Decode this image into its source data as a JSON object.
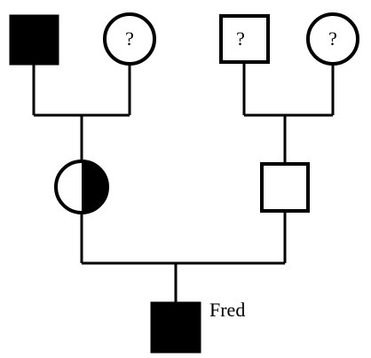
{
  "colors": {
    "stroke": "#000000",
    "fill_affected": "#000000",
    "fill_unaffected": "#ffffff"
  },
  "individuals": [
    {
      "id": "paternal-grandfather",
      "sex": "male",
      "status": "affected",
      "mark": ""
    },
    {
      "id": "paternal-grandmother",
      "sex": "female",
      "status": "unknown",
      "mark": "?"
    },
    {
      "id": "maternal-grandfather",
      "sex": "male",
      "status": "unknown",
      "mark": "?"
    },
    {
      "id": "maternal-grandmother",
      "sex": "female",
      "status": "unknown",
      "mark": "?"
    },
    {
      "id": "mother",
      "sex": "female",
      "status": "carrier",
      "mark": ""
    },
    {
      "id": "father",
      "sex": "male",
      "status": "unaffected",
      "mark": ""
    },
    {
      "id": "fred",
      "sex": "male",
      "status": "affected",
      "mark": "",
      "label": "Fred"
    }
  ]
}
